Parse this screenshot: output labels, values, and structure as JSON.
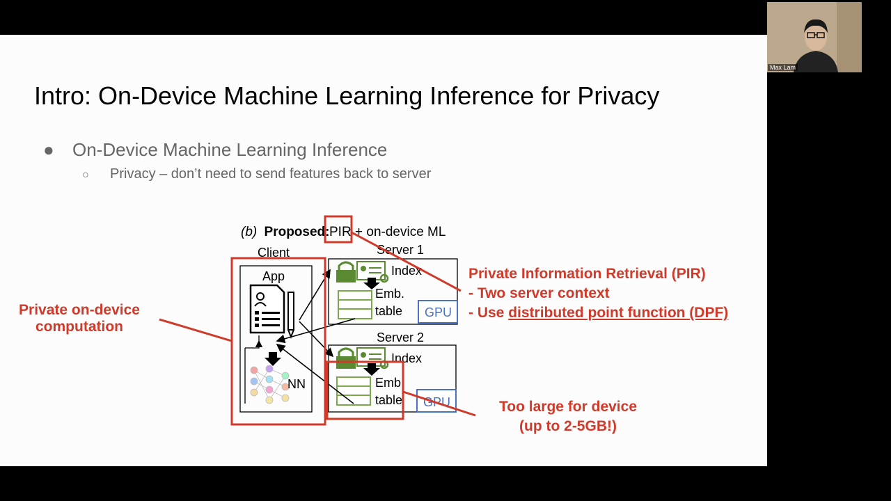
{
  "slide": {
    "title": "Intro: On-Device Machine Learning Inference for Privacy",
    "bullet": "On-Device Machine Learning Inference",
    "sub_bullet": "Privacy – don’t need to send features back to server"
  },
  "figure": {
    "caption_prefix": "(b)",
    "caption_bold": "Proposed:",
    "caption_pir": "PIR",
    "caption_rest": "+ on-device ML",
    "client_label": "Client",
    "app_label": "App",
    "nn_label": "NN",
    "server1_label": "Server 1",
    "server2_label": "Server 2",
    "index_label": "Index",
    "emb_label": "Emb.",
    "table_label": "table",
    "gpu_label": "GPU"
  },
  "annotations": {
    "left_line1": "Private on-device",
    "left_line2": "computation",
    "pir_line1": "Private Information Retrieval (PIR)",
    "pir_line2": "- Two server context",
    "pir_line3_prefix": "- Use ",
    "pir_line3_link": "distributed point function (DPF)",
    "size_line1": "Too large for device",
    "size_line2": "(up to 2-5GB!)"
  },
  "participant": {
    "name": "Max Lam"
  },
  "colors": {
    "annotation_red": "#d03a2a",
    "lock_green": "#5a8a32",
    "gpu_blue": "#4a72c4"
  }
}
